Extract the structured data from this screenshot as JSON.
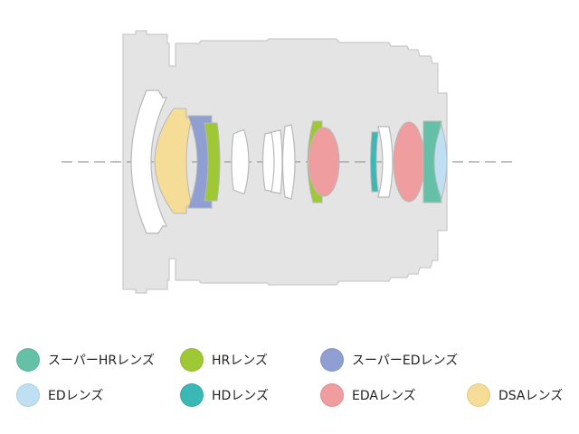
{
  "colors": {
    "barrel_fill": "#e4e4e4",
    "barrel_stroke": "#c9c9c9",
    "axis_line": "#9a9a9a",
    "plain_lens_fill": "#ffffff",
    "plain_lens_stroke": "#b8b8b8"
  },
  "legend": [
    {
      "key": "super_hr",
      "label": "スーパーHRレンズ",
      "color": "#64c0a6"
    },
    {
      "key": "hr",
      "label": "HRレンズ",
      "color": "#9ec834"
    },
    {
      "key": "super_ed",
      "label": "スーパーEDレンズ",
      "color": "#8f9fd2"
    },
    {
      "key": "ed",
      "label": "EDレンズ",
      "color": "#bfe0f2"
    },
    {
      "key": "hd",
      "label": "HDレンズ",
      "color": "#3ab8b6"
    },
    {
      "key": "eda",
      "label": "EDAレンズ",
      "color": "#ef9d9f"
    },
    {
      "key": "dsa",
      "label": "DSAレンズ",
      "color": "#f5dc97"
    }
  ]
}
